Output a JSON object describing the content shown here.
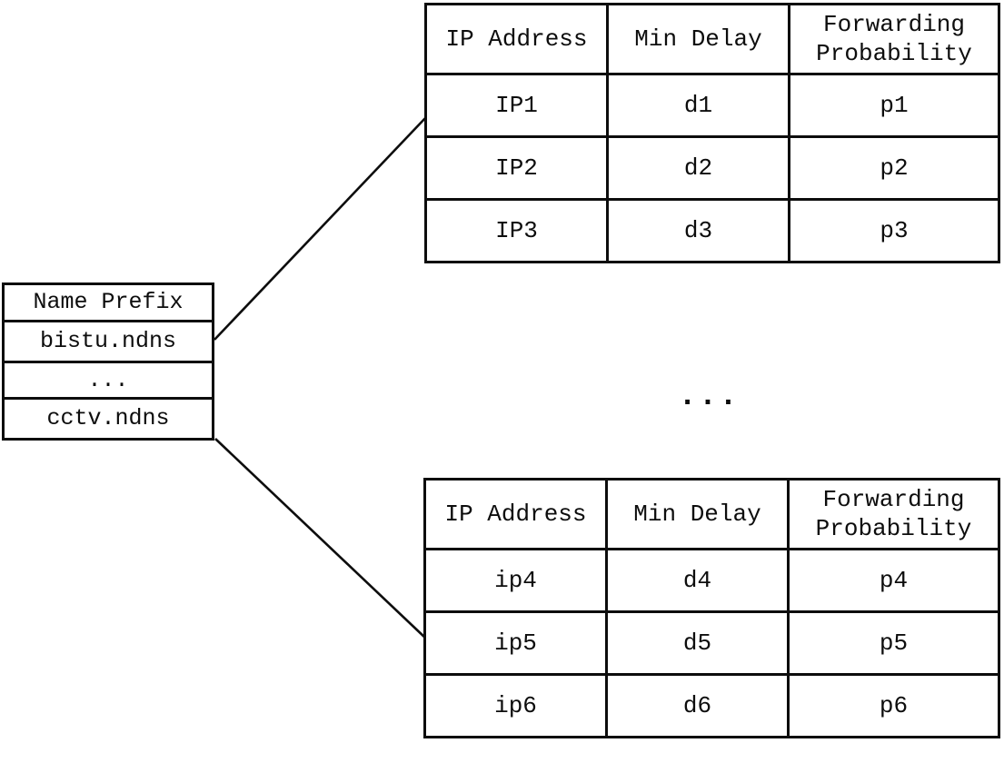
{
  "diagram": {
    "background_color": "#ffffff",
    "line_color": "#0d0d0d",
    "ellipsis": "...",
    "name_table": {
      "header": "Name Prefix",
      "rows": [
        "bistu.ndns",
        "...",
        "cctv.ndns"
      ]
    },
    "fib_table_top": {
      "headers": [
        "IP Address",
        "Min Delay",
        "Forwarding Probability"
      ],
      "rows": [
        [
          "IP1",
          "d1",
          "p1"
        ],
        [
          "IP2",
          "d2",
          "p2"
        ],
        [
          "IP3",
          "d3",
          "p3"
        ]
      ]
    },
    "fib_table_bottom": {
      "headers": [
        "IP Address",
        "Min Delay",
        "Forwarding Probability"
      ],
      "rows": [
        [
          "ip4",
          "d4",
          "p4"
        ],
        [
          "ip5",
          "d5",
          "p5"
        ],
        [
          "ip6",
          "d6",
          "p6"
        ]
      ]
    }
  }
}
